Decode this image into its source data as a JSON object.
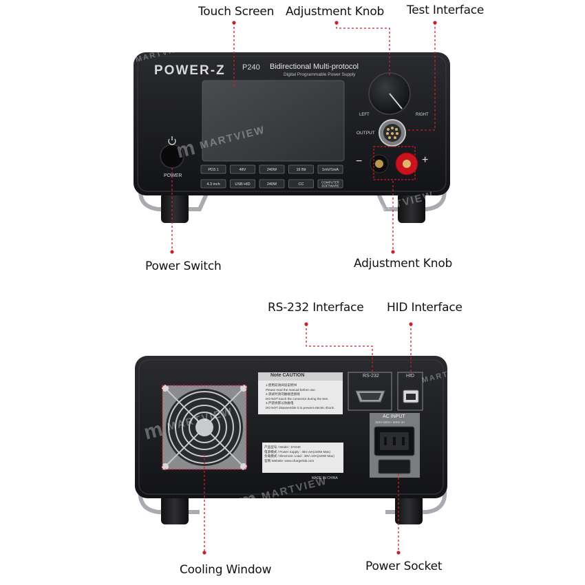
{
  "callouts": {
    "touch_screen": "Touch Screen",
    "adjustment_knob_top": "Adjustment Knob",
    "test_interface": "Test Interface",
    "power_switch": "Power Switch",
    "adjustment_knob_bottom": "Adjustment Knob",
    "rs232_interface": "RS-232 Interface",
    "hid_interface": "HID Interface",
    "cooling_window": "Cooling Window",
    "power_socket": "Power Socket"
  },
  "front_panel": {
    "brand": "POWER-Z",
    "model": "P240",
    "headline": "Bidirectional Multi-protocol",
    "subline": "Digital Programmable Power Supply",
    "power_label": "POWER",
    "output_label": "OUTPUT",
    "left_label": "LEFT",
    "right_label": "RIGHT",
    "minus": "−",
    "plus": "+",
    "spec_buttons": [
      {
        "top": "PD3.1",
        "sub": ""
      },
      {
        "top": "48V",
        "sub": ""
      },
      {
        "top": "240W",
        "sub": ""
      },
      {
        "top": "16 Bit",
        "sub": ""
      },
      {
        "top": "1mV/1mA",
        "sub": ""
      },
      {
        "top": "4.3 inch",
        "sub": ""
      },
      {
        "top": "USB HID",
        "sub": ""
      },
      {
        "top": "240W",
        "sub": ""
      },
      {
        "top": "CC",
        "sub": ""
      },
      {
        "top": "COMPUTER",
        "sub": "SOFTWARE"
      }
    ]
  },
  "back_panel": {
    "caution_title": "Note CAUTION",
    "caution_lines": [
      "1.使用前请阅读说明书",
      "Please read the manual before use.",
      "2.测试时请勿触碰连接线",
      "DO NOT touch the connector during the test.",
      "3.严禁拆卸以防触电",
      "DO NOT disassemble it to prevent electric shock."
    ],
    "product_lines": [
      "产品型号 / Model : DY240",
      "电源模式 / Power Supply : 48V=5A(240W Max)",
      "负载模式 / Electronic Load : 48V=10A(240W Max)",
      "官网 Website: www.chargerlab.com"
    ],
    "made_in": "MADE IN CHINA",
    "rs232_port_label": "RS-232",
    "hid_port_label": "HID",
    "ac_input_title": "AC INPUT",
    "ac_input_spec": "110V-240V~ 50Hz 4A"
  },
  "watermarks": [
    "MARTVIEW",
    "MARTVIEW",
    "MARTVIEW",
    "MARTVIEW",
    "MARTVIEW",
    "MARTVIEW"
  ],
  "colors": {
    "accent_red": "#cc1f2a",
    "device_body": "#1b1c1f",
    "screen": "#3a3c40"
  }
}
